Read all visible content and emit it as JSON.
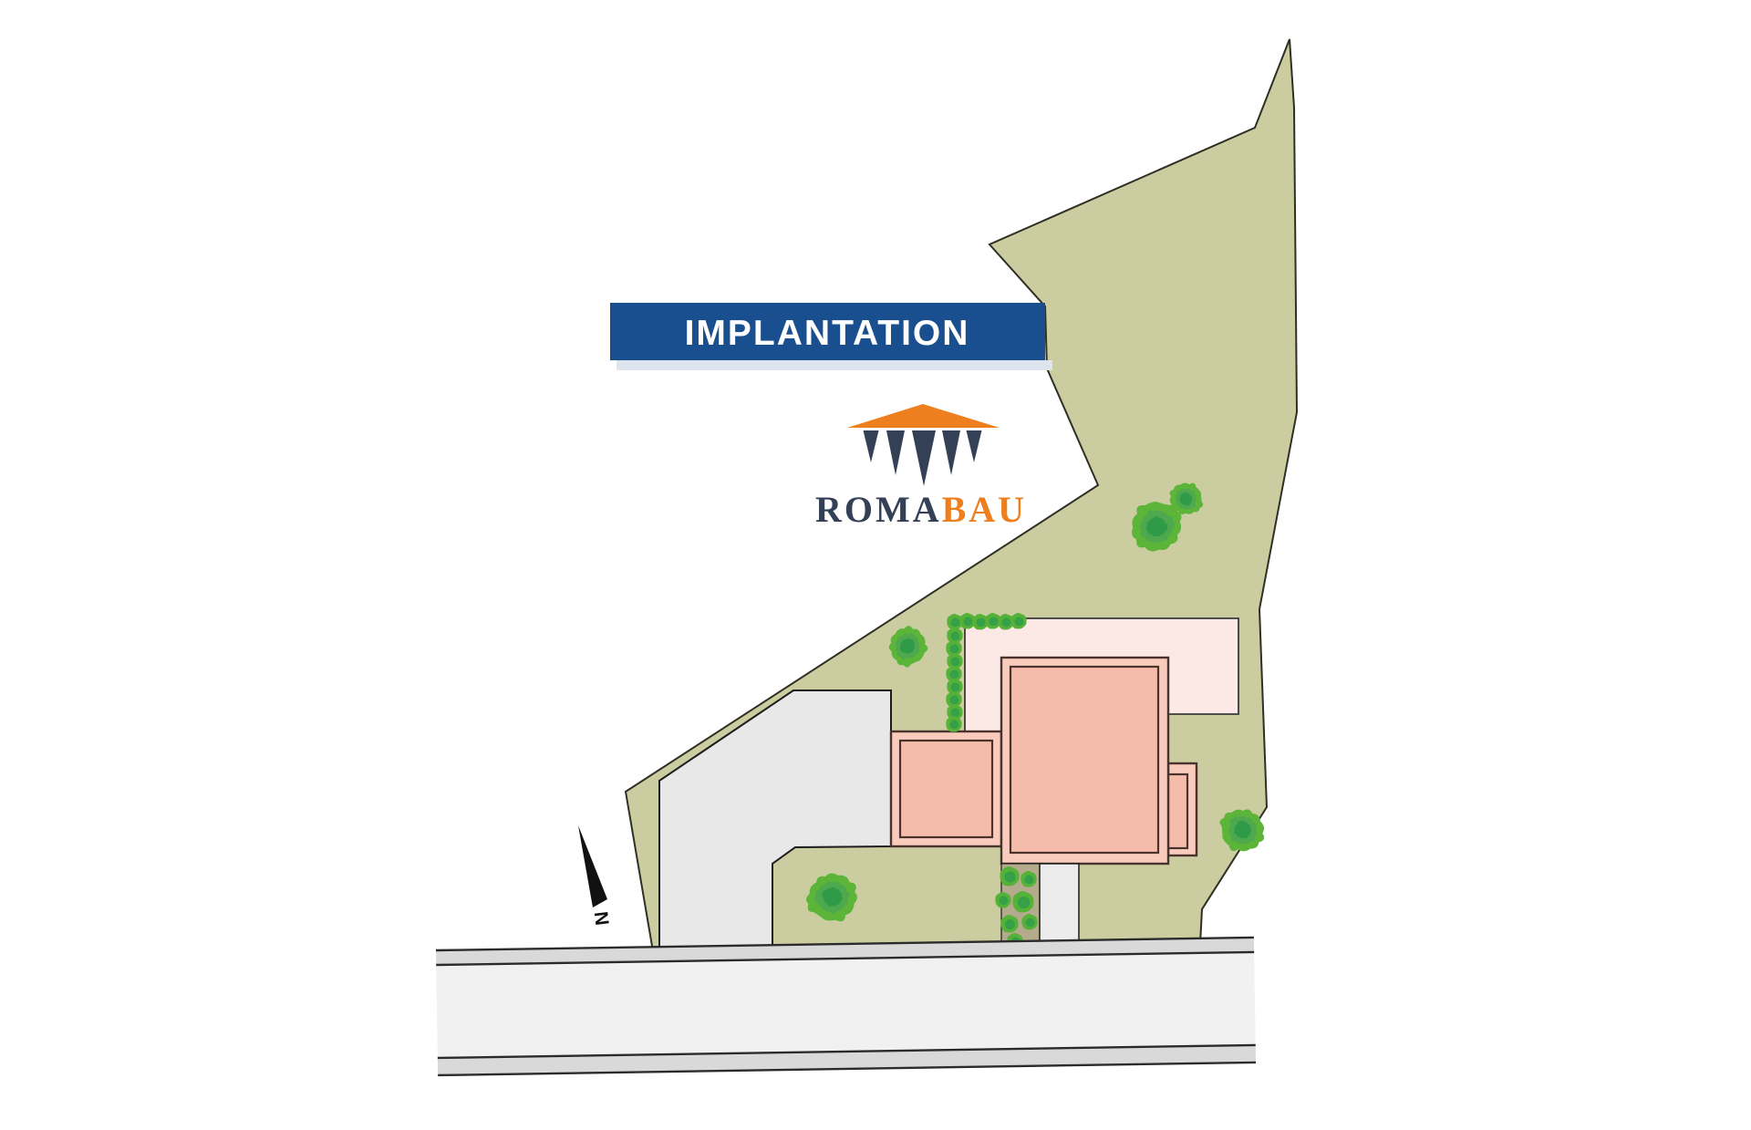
{
  "banner": {
    "title": "IMPLANTATION"
  },
  "logo": {
    "wordmark_left": "ROMA",
    "wordmark_right": "BAU"
  },
  "compass": {
    "north_label": "N"
  },
  "palette": {
    "parcel": "#cbcda0",
    "parcel_border": "#2f2f23",
    "neighbor": "#e8e8e8",
    "terrace": "#fce9e5",
    "terrace_border": "#3a3a3a",
    "building_band": "#f9cbbc",
    "building_inner": "#f5bbab",
    "building_border": "#4a332d",
    "planting_strip": "#b3ab8b",
    "walkway": "#ececec",
    "road_shoulder": "#d9d9d9",
    "road_surface": "#f1f1f1",
    "road_line": "#2b2b2b",
    "tree_outer": "#5cb438",
    "tree_mid": "#4ea84d",
    "tree_core": "#2f9b48",
    "bush_outer": "#55b138",
    "bush_core": "#35a047",
    "banner_bg": "#1a4f8f",
    "banner_shadow": "#dee4ee",
    "banner_text": "#ffffff",
    "navy": "#344056",
    "orange": "#ee7f1e",
    "ink": "#111111",
    "outline": "#1c1c1c"
  }
}
